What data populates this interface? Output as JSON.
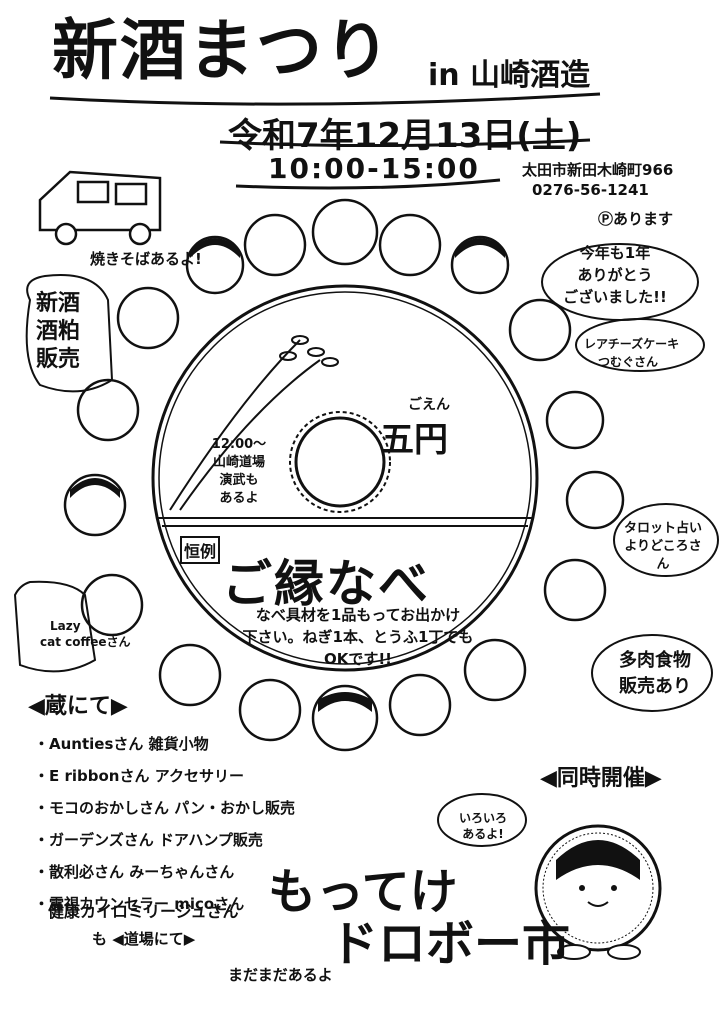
{
  "header": {
    "title": "新酒まつり",
    "subtitle": "in 山崎酒造",
    "date": "令和7年12月13日(土)",
    "time": "10:00-15:00",
    "address": "太田市新田木崎町966",
    "phone": "0276-56-1241",
    "parking": "Ⓟあります"
  },
  "bubbles": {
    "yakisoba": "焼きそばあるよ!",
    "sake_sales": [
      "新酒",
      "酒粕",
      "販売"
    ],
    "thanks": [
      "今年も1年",
      "ありがとう",
      "ございました!!"
    ],
    "cake": [
      "レアチーズケーキ",
      "つむぐさん"
    ],
    "dojo_event": [
      "12:00〜",
      "山崎道場",
      "演武も",
      "あるよ"
    ],
    "tarot": [
      "タロット占い",
      "よりどころさん"
    ],
    "coffee": [
      "Lazy",
      "cat coffeeさん"
    ],
    "meat": [
      "多肉食物",
      "販売あり"
    ],
    "iroiro": [
      "いろいろ",
      "あるよ!"
    ]
  },
  "center": {
    "goen_ruby": "ごえん",
    "goen": "五円",
    "kourei": "恒例",
    "nabe": "ご縁なべ",
    "nabe_desc": [
      "なべ具材を1品もってお出かけ",
      "下さい。ねぎ1本、とうふ1丁でも",
      "OKです!!"
    ]
  },
  "kura": {
    "heading": "◀蔵にて▶",
    "shops": [
      "・Auntiesさん 雑貨小物",
      "・E ribbonさん アクセサリー",
      "・モコのおかしさん パン・おかし販売",
      "・ガーデンズさん ドアハンプ販売",
      "・散利必さん みーちゃんさん",
      "・霊視カウンセラー micoさん"
    ]
  },
  "event": {
    "doji": "◀同時開催▶",
    "motte": "もってけ",
    "dorobo": "ドロボー市"
  },
  "footer": {
    "kenko": "健康カイロミリージュさん",
    "kenko2": "も ◀道場にて▶",
    "madamada": "まだまだあるよ"
  }
}
